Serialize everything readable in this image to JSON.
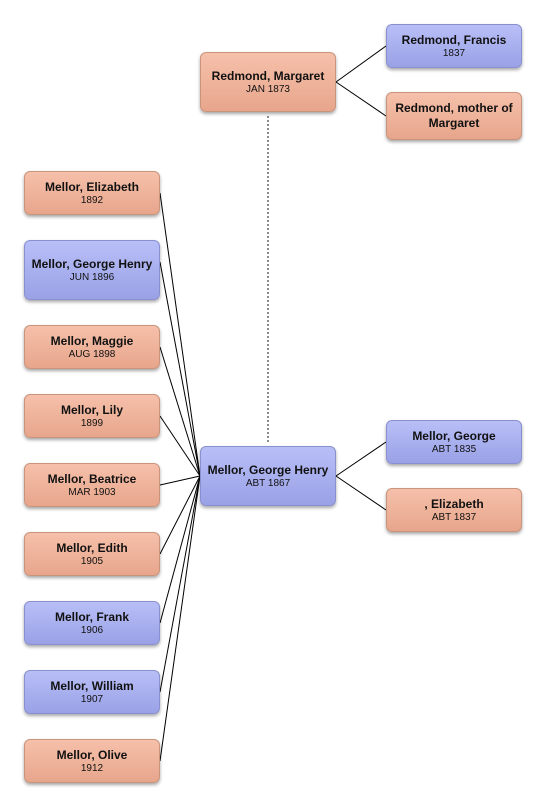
{
  "colors": {
    "female": "#f0b39c",
    "male": "#a9b0ef",
    "line": "#000000"
  },
  "center": {
    "name": "Mellor, George Henry",
    "date": "ABT 1867",
    "sex": "male"
  },
  "spouse": {
    "name": "Redmond, Margaret",
    "date": "JAN 1873",
    "sex": "female"
  },
  "spouse_parents": [
    {
      "name": "Redmond, Francis",
      "date": "1837",
      "sex": "male"
    },
    {
      "name": "Redmond, mother of Margaret",
      "date": "",
      "sex": "female"
    }
  ],
  "parents": [
    {
      "name": "Mellor, George",
      "date": "ABT 1835",
      "sex": "male"
    },
    {
      "name": ", Elizabeth",
      "date": "ABT 1837",
      "sex": "female"
    }
  ],
  "children": [
    {
      "name": "Mellor, Elizabeth",
      "date": "1892",
      "sex": "female"
    },
    {
      "name": "Mellor, George Henry",
      "date": "JUN 1896",
      "sex": "male"
    },
    {
      "name": "Mellor, Maggie",
      "date": "AUG 1898",
      "sex": "female"
    },
    {
      "name": "Mellor, Lily",
      "date": "1899",
      "sex": "female"
    },
    {
      "name": "Mellor, Beatrice",
      "date": "MAR 1903",
      "sex": "female"
    },
    {
      "name": "Mellor, Edith",
      "date": "1905",
      "sex": "female"
    },
    {
      "name": "Mellor, Frank",
      "date": "1906",
      "sex": "male"
    },
    {
      "name": "Mellor, William",
      "date": "1907",
      "sex": "male"
    },
    {
      "name": "Mellor, Olive",
      "date": "1912",
      "sex": "female"
    }
  ]
}
